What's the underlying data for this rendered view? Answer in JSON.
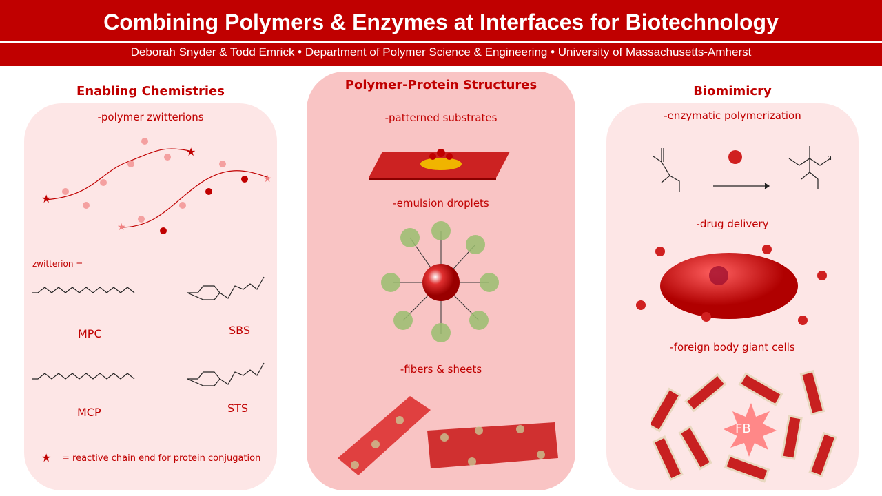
{
  "header": {
    "title": "Combining Polymers & Enzymes at Interfaces for Biotechnology",
    "subtitle": "Deborah Snyder & Todd Emrick • Department of Polymer Science & Engineering • University of Massachusetts-Amherst"
  },
  "left": {
    "heading": "Enabling Chemistries",
    "item1": "-polymer zwitterions",
    "zwitterion_label": "zwitterion =",
    "structures": [
      "MPC",
      "SBS",
      "MCP",
      "STS"
    ],
    "legend": "= reactive chain end for protein conjugation"
  },
  "center": {
    "heading": "Polymer-Protein Structures",
    "items": [
      "-patterned substrates",
      "-emulsion droplets",
      "-fibers & sheets"
    ]
  },
  "right": {
    "heading": "Biomimicry",
    "items": [
      "-enzymatic polymerization",
      "-drug delivery",
      "-foreign body giant cells"
    ],
    "fb_label": "FB",
    "subscript_n": "n"
  },
  "colors": {
    "brand": "#c00000",
    "panel": "#fde6e6",
    "panel_center": "#f9c4c4"
  }
}
